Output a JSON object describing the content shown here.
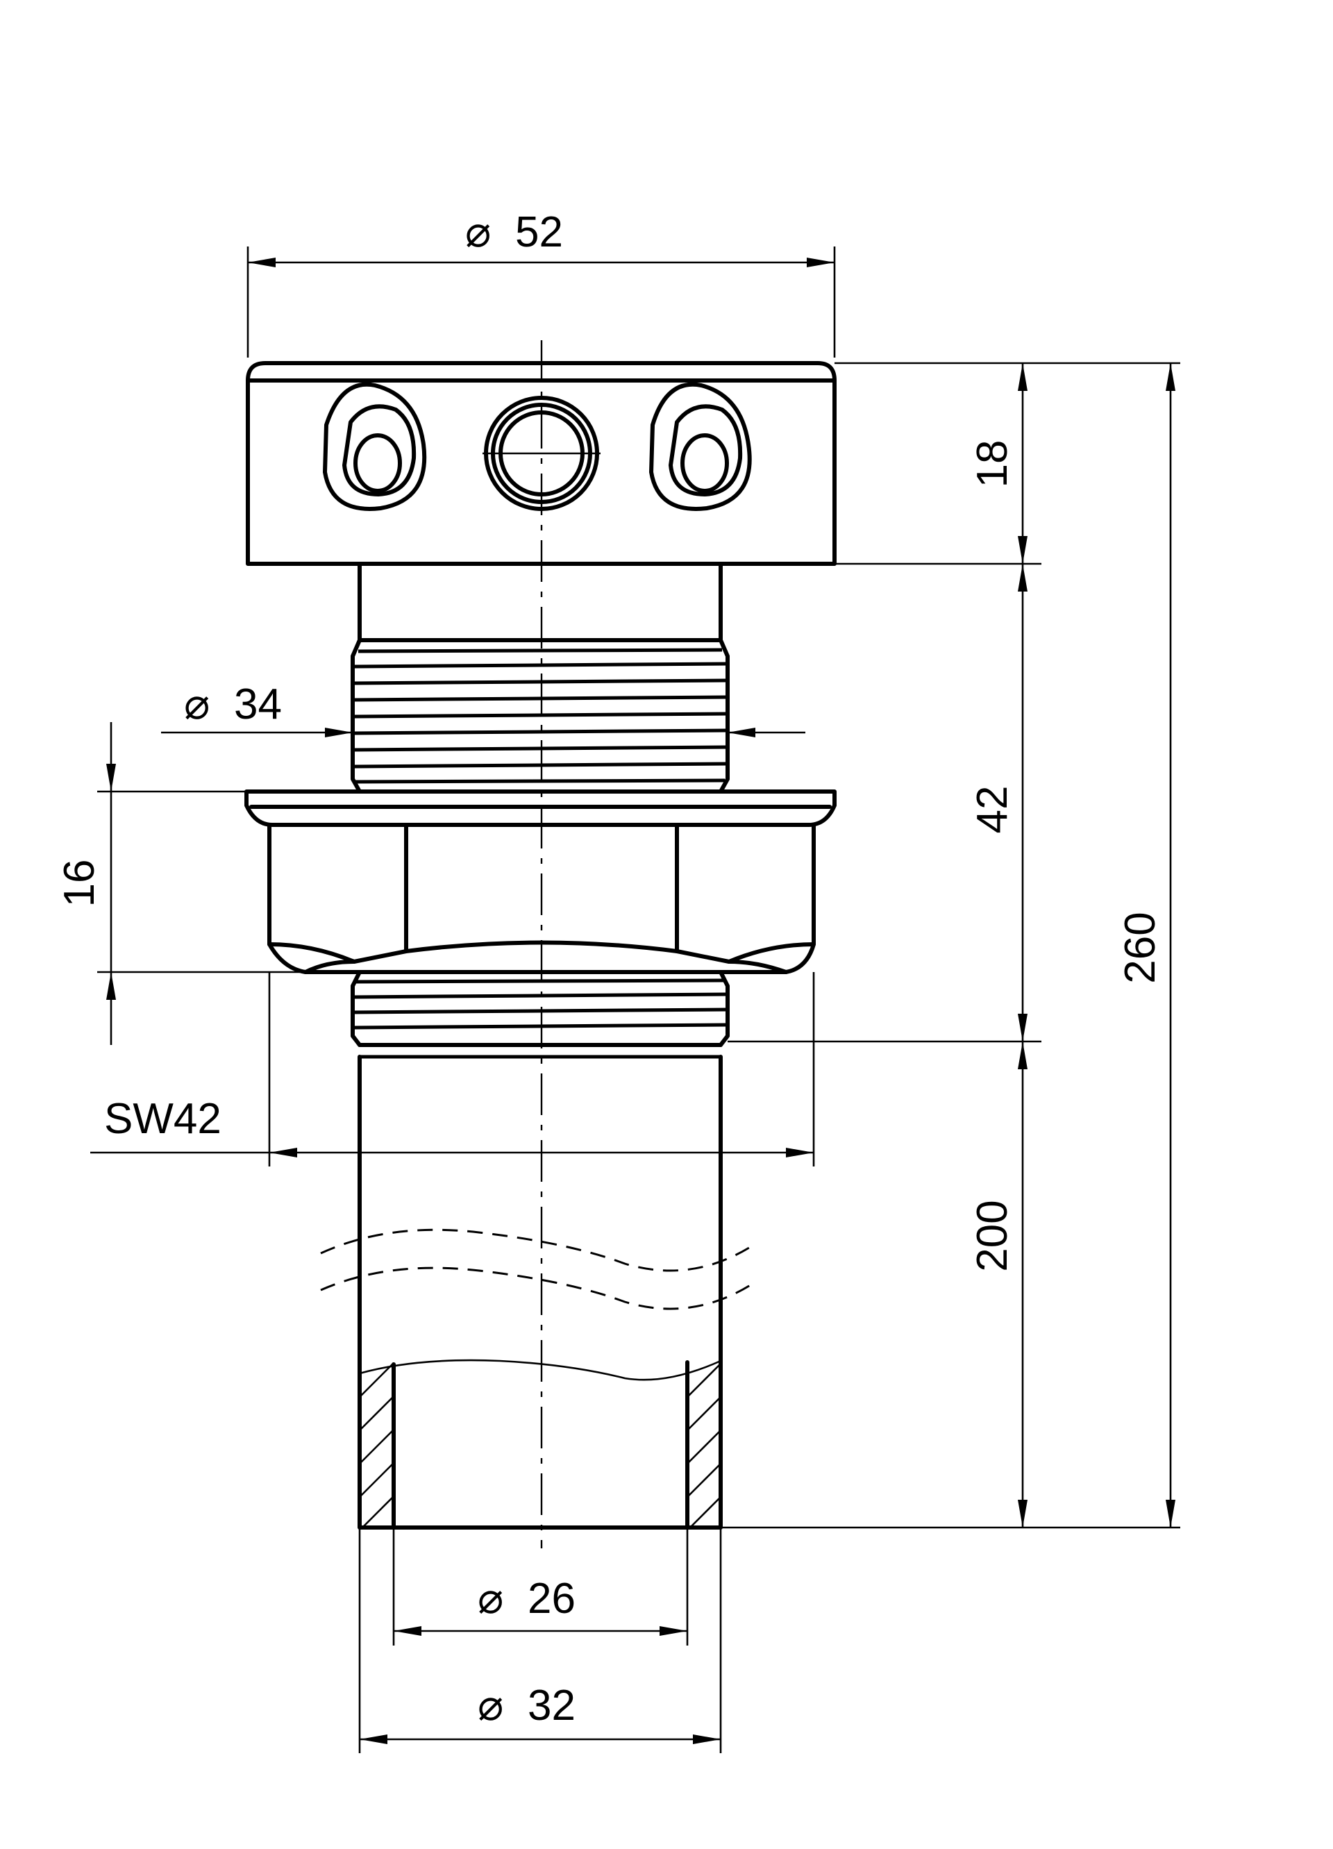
{
  "title": "",
  "dimensions": {
    "d52": "52",
    "d34": "34",
    "d26": "26",
    "d32": "32",
    "h18": "18",
    "h42": "42",
    "h16": "16",
    "h200": "200",
    "h260": "260",
    "sw": "SW42"
  },
  "symbols": {
    "diameter": "⌀"
  },
  "colors": {
    "line": "#000000",
    "background": "#ffffff"
  }
}
